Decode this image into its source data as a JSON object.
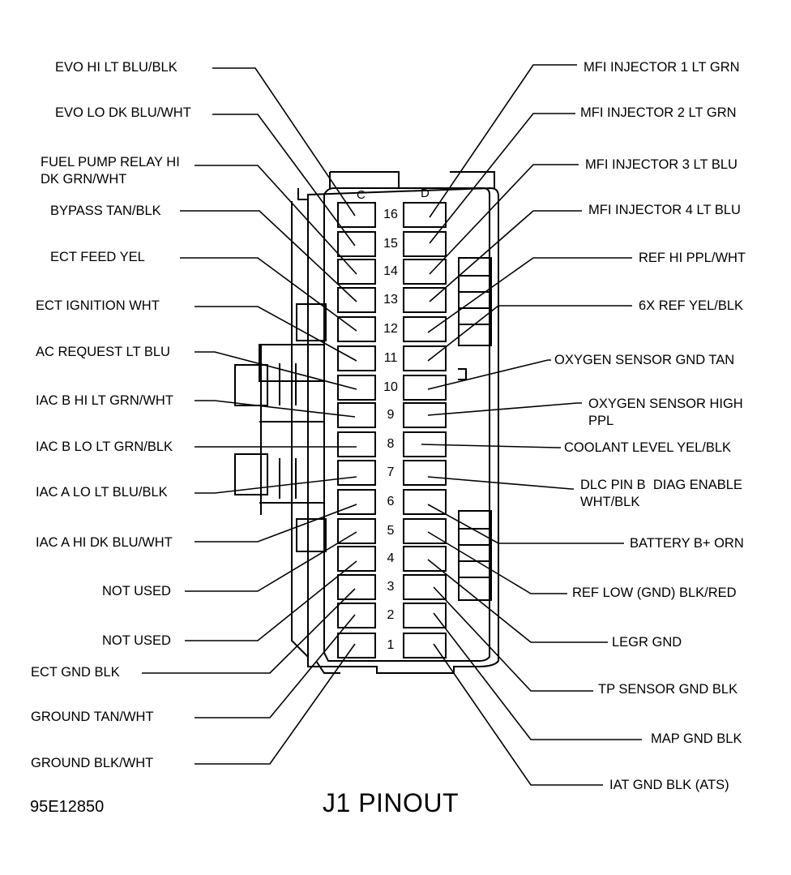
{
  "title": "J1 PINOUT",
  "code": "95E12850",
  "column_c": "C",
  "column_d": "D",
  "pins": [
    "16",
    "15",
    "14",
    "13",
    "12",
    "11",
    "10",
    "9",
    "8",
    "7",
    "6",
    "5",
    "4",
    "3",
    "2",
    "1"
  ],
  "left_labels": [
    "EVO HI  LT BLU/BLK",
    "EVO LO  DK BLU/WHT",
    "FUEL PUMP RELAY HI\nDK GRN/WHT",
    "BYPASS  TAN/BLK",
    "ECT FEED    YEL",
    "ECT IGNITION  WHT",
    "AC REQUEST  LT BLU",
    "IAC B HI  LT GRN/WHT",
    "IAC B LO  LT GRN/BLK",
    "IAC A LO  LT BLU/BLK",
    "IAC A HI DK BLU/WHT",
    "NOT USED",
    "NOT USED",
    "ECT GND  BLK",
    "GROUND  TAN/WHT",
    "GROUND   BLK/WHT"
  ],
  "right_labels": [
    "MFI INJECTOR 1  LT GRN",
    "MFI INJECTOR  2  LT GRN",
    "MFI INJECTOR 3  LT BLU",
    "MFI INJECTOR 4 LT BLU",
    "REF HI  PPL/WHT",
    "6X REF  YEL/BLK",
    "OXYGEN SENSOR GND TAN",
    "OXYGEN SENSOR HIGH\nPPL",
    "COOLANT LEVEL YEL/BLK",
    "DLC PIN B  DIAG ENABLE\nWHT/BLK",
    "BATTERY B+   ORN",
    "REF LOW (GND)  BLK/RED",
    "LEGR GND",
    "TP SENSOR GND   BLK",
    "MAP GND  BLK",
    "IAT GND  BLK (ATS)"
  ]
}
